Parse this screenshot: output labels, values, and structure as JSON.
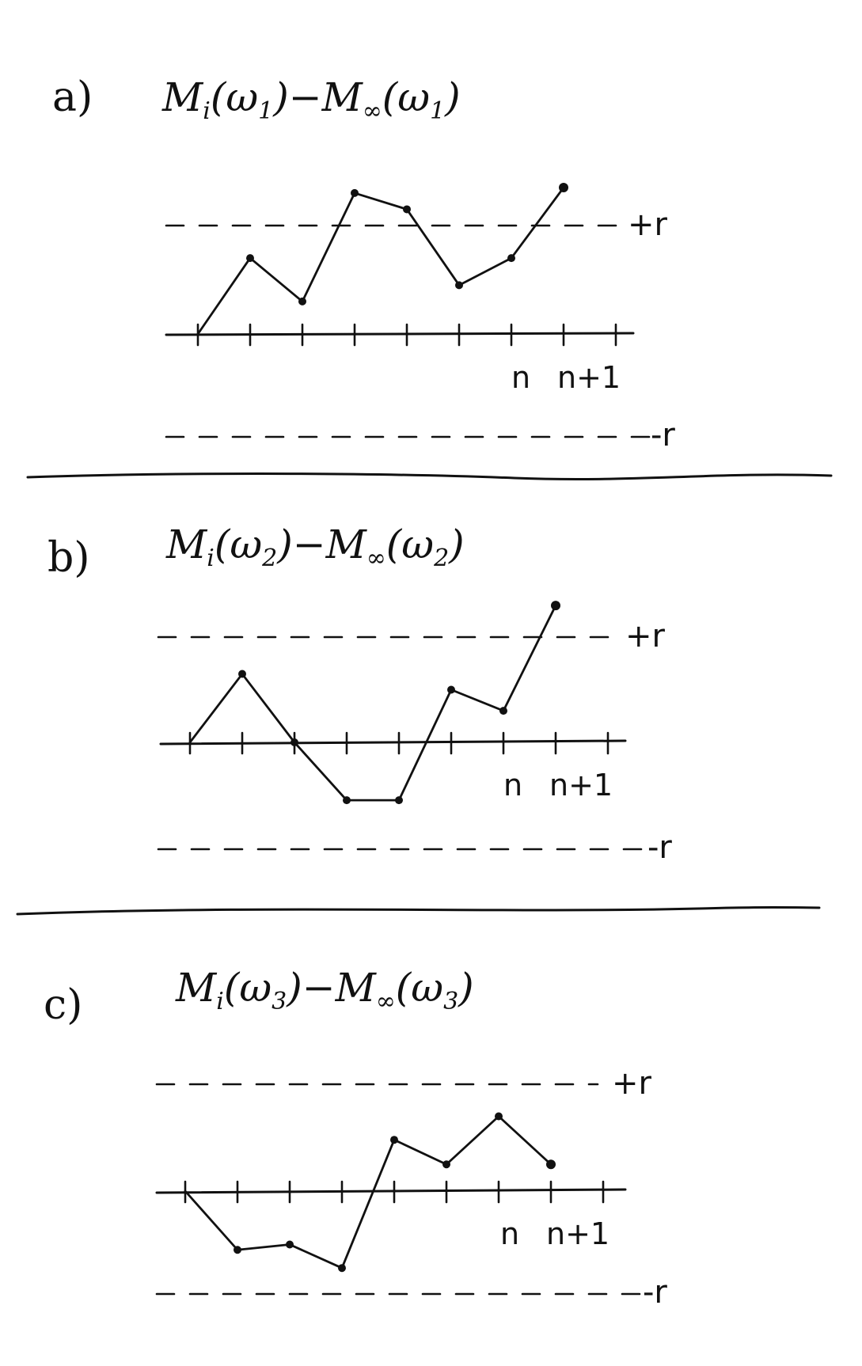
{
  "panels": [
    {
      "letter": "a)",
      "title": {
        "main1": "M",
        "sub1": "i",
        "mid": "(ω",
        "sub2": "1",
        "mid2": ")−M",
        "sub3": "∞",
        "mid3": "(ω",
        "sub4": "1",
        "end": ")"
      },
      "upper_label": "+r",
      "lower_label": "-r",
      "tick_labels": {
        "n": "n",
        "n1": "n+1"
      }
    },
    {
      "letter": "b)",
      "title": {
        "main1": "M",
        "sub1": "i",
        "mid": "(ω",
        "sub2": "2",
        "mid2": ")−M",
        "sub3": "∞",
        "mid3": "(ω",
        "sub4": "2",
        "end": ")"
      },
      "upper_label": "+r",
      "lower_label": "-r",
      "tick_labels": {
        "n": "n",
        "n1": "n+1"
      }
    },
    {
      "letter": "c)",
      "title": {
        "main1": "M",
        "sub1": "i",
        "mid": "(ω",
        "sub2": "3",
        "mid2": ")−M",
        "sub3": "∞",
        "mid3": "(ω",
        "sub4": "3",
        "end": ")"
      },
      "upper_label": "+r",
      "lower_label": "-r",
      "tick_labels": {
        "n": "n",
        "n1": "n+1"
      }
    }
  ],
  "chart_data": [
    {
      "type": "line",
      "title": "Mi(ω1)−M∞(ω1)",
      "thresholds": {
        "upper": "+r",
        "lower": "-r",
        "r": 1
      },
      "x": [
        0,
        1,
        2,
        3,
        4,
        5,
        6,
        7
      ],
      "y": [
        0,
        0.7,
        0.3,
        1.3,
        1.15,
        0.45,
        0.7,
        1.35
      ],
      "xtick_labels": {
        "6": "n",
        "7": "n+1"
      }
    },
    {
      "type": "line",
      "title": "Mi(ω2)−M∞(ω2)",
      "thresholds": {
        "upper": "+r",
        "lower": "-r",
        "r": 1
      },
      "x": [
        0,
        1,
        2,
        3,
        4,
        5,
        6,
        7
      ],
      "y": [
        0,
        0.65,
        0,
        -0.55,
        -0.55,
        0.5,
        0.3,
        1.3
      ],
      "xtick_labels": {
        "6": "n",
        "7": "n+1"
      }
    },
    {
      "type": "line",
      "title": "Mi(ω3)−M∞(ω3)",
      "thresholds": {
        "upper": "+r",
        "lower": "-r",
        "r": 1
      },
      "x": [
        0,
        1,
        2,
        3,
        4,
        5,
        6,
        7
      ],
      "y": [
        0,
        -0.55,
        -0.5,
        -0.72,
        0.48,
        0.25,
        0.7,
        0.25
      ],
      "xtick_labels": {
        "6": "n",
        "7": "n+1"
      }
    }
  ]
}
